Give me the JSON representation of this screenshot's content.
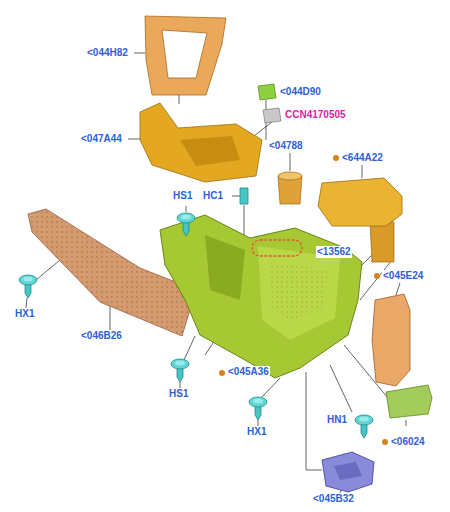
{
  "diagram": {
    "labels": [
      "<044H82",
      "<044D90",
      "CCN4170505",
      "<047A44",
      "HS1",
      "HC1",
      "<04788",
      "<644A22",
      "<13562",
      "<045E24",
      "HX1",
      "<046B26",
      "<045A36",
      "HS1",
      "HX1",
      "HN1",
      "<06024",
      "<045B32"
    ]
  }
}
